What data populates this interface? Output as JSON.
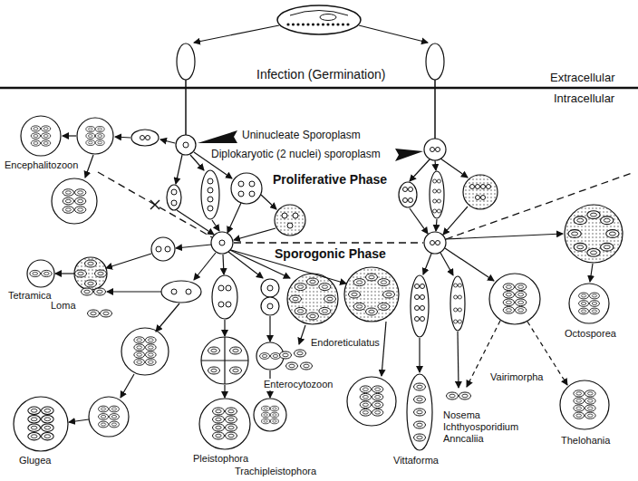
{
  "diagram": {
    "labels": [
      "Infection (Germination)",
      "Extracellular",
      "Intracellular",
      "Uninucleate Sporoplasm",
      "Encephalitozoon",
      "Diplokaryotic (2 nuclei) sporoplasm",
      "Proliferative Phase",
      "Sporogonic Phase",
      "Tetramica",
      "Loma",
      "Octosporea",
      "Endoreticulatus",
      "Vairimorpha",
      "Enterocytozoon",
      "Nosema",
      "Ichthyosporidium",
      "Anncaliia",
      "Thelohania",
      "Pleistophora",
      "Vittaforma",
      "Glugea",
      "Trachipleistophora"
    ]
  }
}
